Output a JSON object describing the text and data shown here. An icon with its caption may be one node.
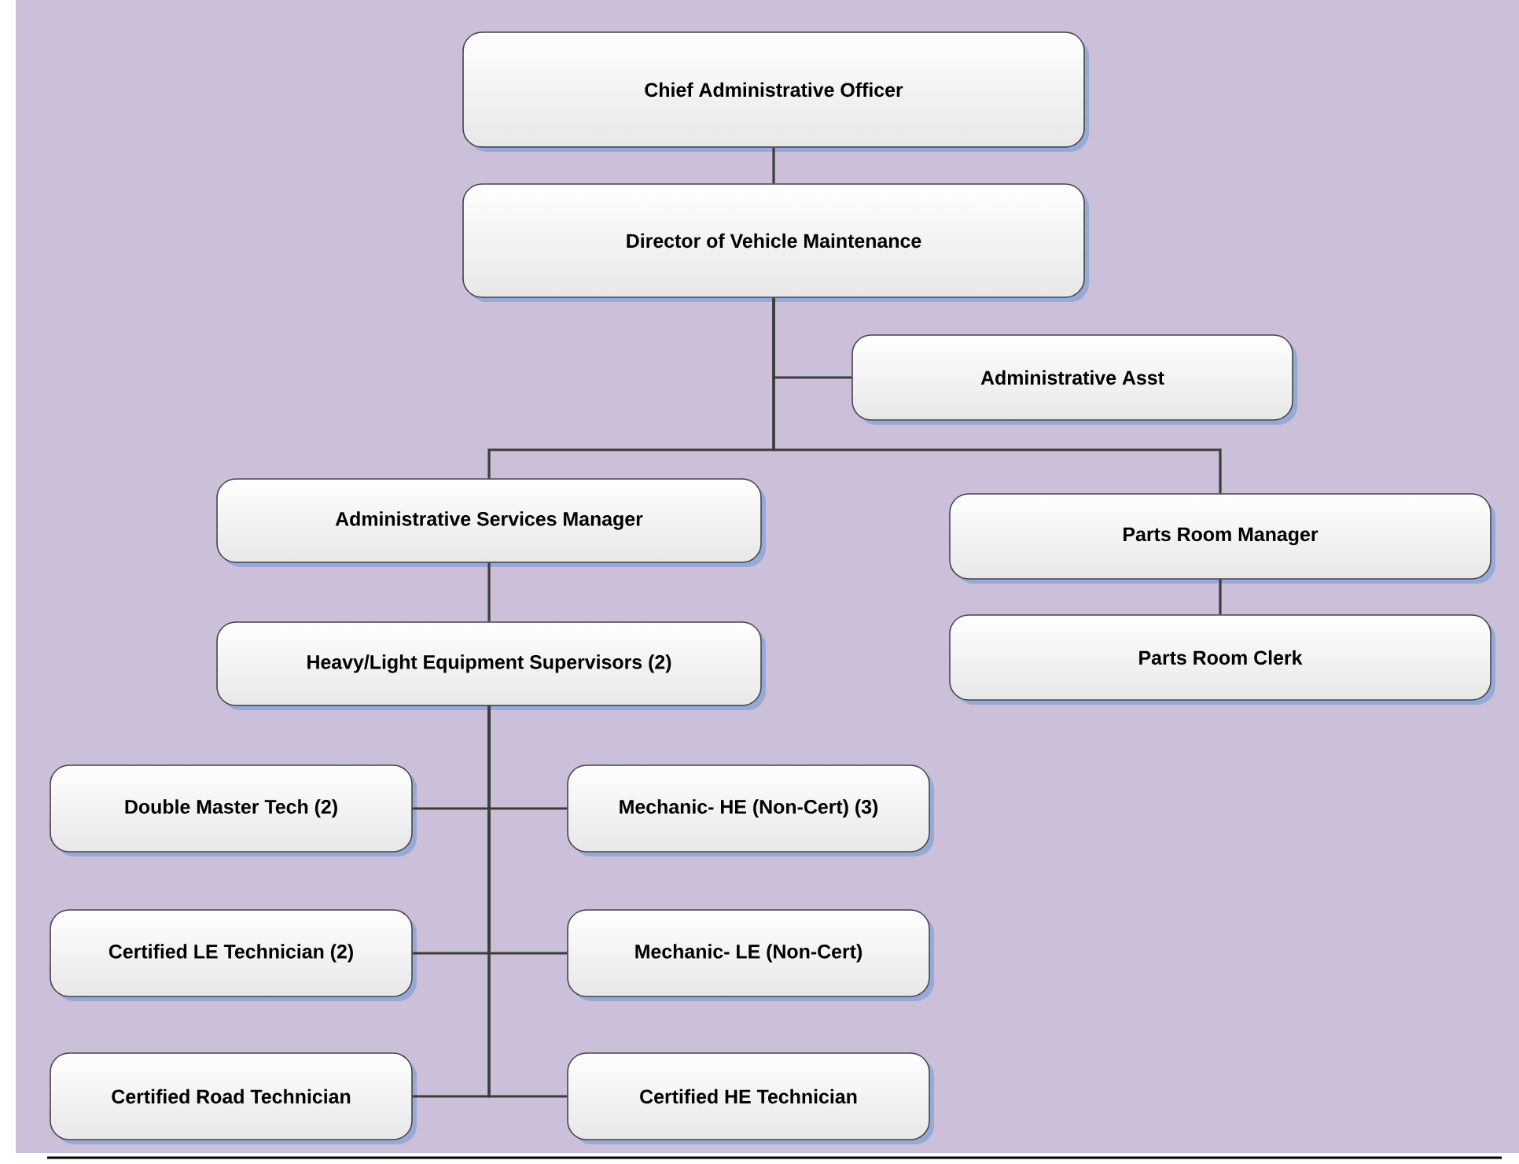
{
  "diagram": {
    "nodes": [
      {
        "text": [
          "Chief Administrative Officer"
        ]
      },
      {
        "text": [
          "Director of Vehicle Maintenance"
        ]
      },
      {
        "text": [
          "Administrative Asst"
        ]
      },
      {
        "text": [
          "Administrative Services Manager"
        ]
      },
      {
        "text": [
          "Parts Room Manager"
        ]
      },
      {
        "text": [
          "Parts Room Clerk"
        ]
      },
      {
        "text": [
          "Heavy/Light Equipment Supervisors (2)"
        ]
      },
      {
        "text": [
          "Double Master Tech (2)"
        ]
      },
      {
        "text": [
          "Mechanic- HE (Non-Cert) (3)"
        ]
      },
      {
        "text": [
          "Certified LE Technician (2)"
        ]
      },
      {
        "text": [
          "Mechanic- LE (Non-Cert)"
        ]
      },
      {
        "text": [
          "Certified Road Technician"
        ]
      },
      {
        "text": [
          "Certified HE Technician"
        ]
      }
    ],
    "edges": [
      {
        "from": 0,
        "to": 1,
        "arrow": "none"
      },
      {
        "from": 1,
        "to": 2,
        "arrow": "none"
      },
      {
        "from": 1,
        "to": 3,
        "arrow": "none"
      },
      {
        "from": 1,
        "to": 4,
        "arrow": "none"
      },
      {
        "from": 3,
        "to": 6,
        "arrow": "none"
      },
      {
        "from": 4,
        "to": 5,
        "arrow": "none"
      },
      {
        "from": 6,
        "to": 7,
        "arrow": "none"
      },
      {
        "from": 6,
        "to": 8,
        "arrow": "none"
      },
      {
        "from": 6,
        "to": 9,
        "arrow": "none"
      },
      {
        "from": 6,
        "to": 10,
        "arrow": "none"
      },
      {
        "from": 6,
        "to": 11,
        "arrow": "none"
      },
      {
        "from": 6,
        "to": 12,
        "arrow": "none"
      }
    ]
  }
}
